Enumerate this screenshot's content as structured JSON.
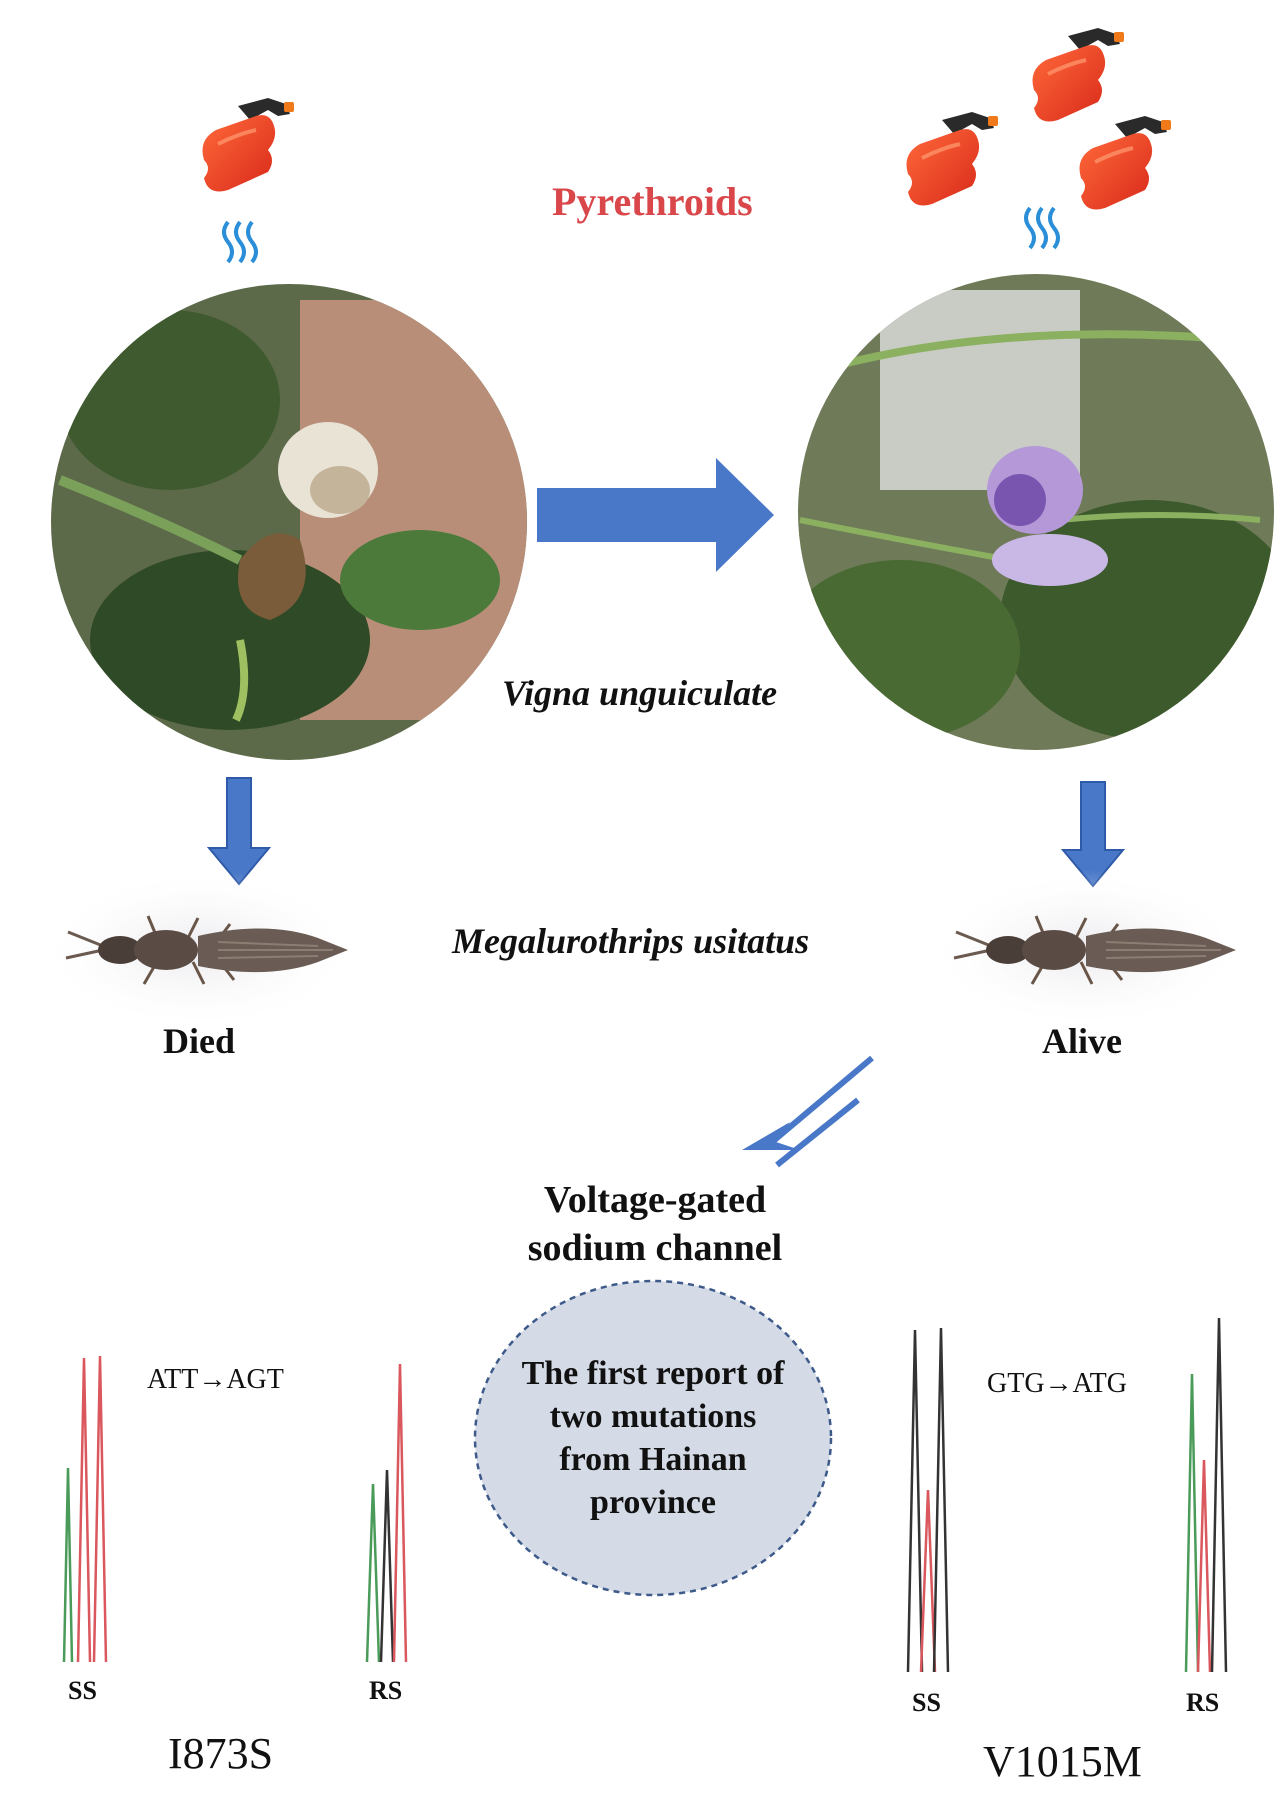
{
  "header": {
    "insecticide_label": "Pyrethroids"
  },
  "plant": {
    "species_label": "Vigna unguiculate"
  },
  "insect": {
    "species_label": "Megalurothrips usitatus",
    "left_status": "Died",
    "right_status": "Alive"
  },
  "target": {
    "line1": "Voltage-gated",
    "line2": "sodium channel"
  },
  "callout": {
    "line1": "The first report of",
    "line2": "two mutations",
    "line3": "from Hainan",
    "line4": "province"
  },
  "mutations": [
    {
      "codon_change": "ATT→AGT",
      "genotype_a": "SS",
      "genotype_b": "RS",
      "name": "I873S"
    },
    {
      "codon_change": "GTG→ATG",
      "genotype_a": "SS",
      "genotype_b": "RS",
      "name": "V1015M"
    }
  ],
  "colors": {
    "accent_red": "#d9474b",
    "arrow_blue": "#4a78c8",
    "callout_fill": "#d5dbe6",
    "trace_red": "#d9575d",
    "trace_green": "#4a9a5a",
    "trace_black": "#333333"
  },
  "icons": [
    "spray-bottle-icon",
    "vapor-waves-icon",
    "thrips-insect-icon",
    "chromatogram-icon"
  ]
}
